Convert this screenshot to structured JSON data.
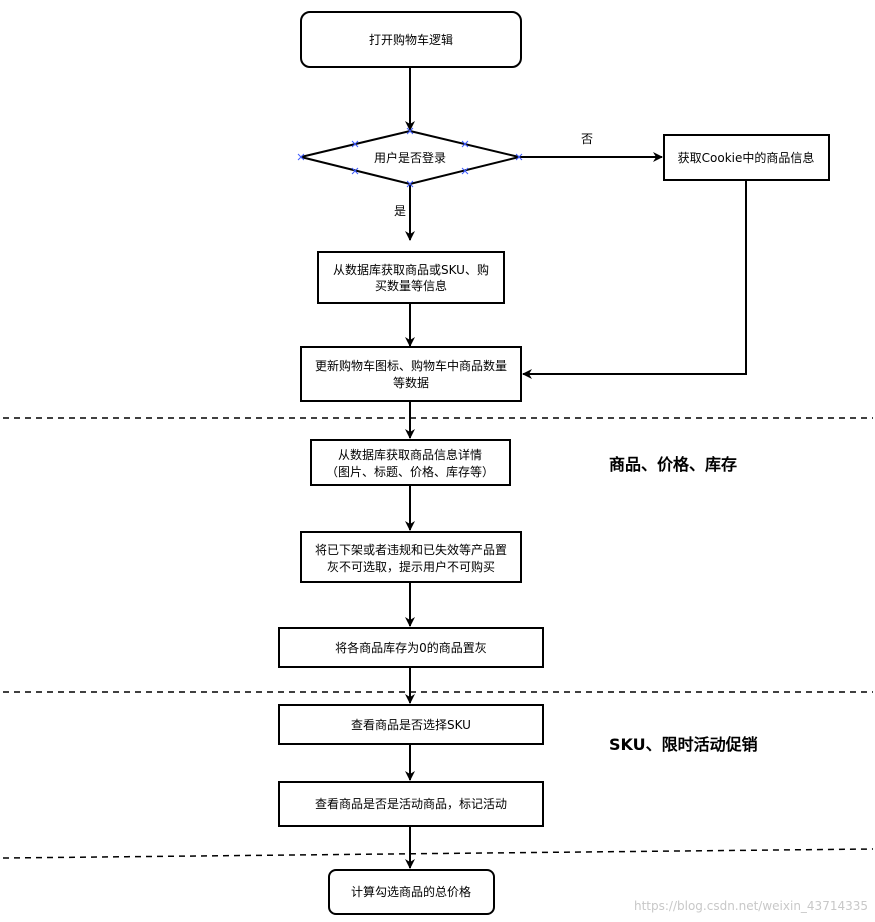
{
  "nodes": {
    "start": "打开购物车逻辑",
    "decision": "用户是否登录",
    "cookie": "获取Cookie中的商品信息",
    "db_line1": "从数据库获取商品或SKU、购",
    "db_line2": "买数量等信息",
    "update_line1": "更新购物车图标、购物车中商品数量",
    "update_line2": "等数据",
    "detail_line1": "从数据库获取商品信息详情",
    "detail_line2": "（图片、标题、价格、库存等）",
    "gray_line1": "将已下架或者违规和已失效等产品置",
    "gray_line2": "灰不可选取，提示用户不可购买",
    "stock": "将各商品库存为0的商品置灰",
    "sku": "查看商品是否选择SKU",
    "activity": "查看商品是否是活动商品，标记活动",
    "total": "计算勾选商品的总价格"
  },
  "edge_labels": {
    "no": "否",
    "yes": "是"
  },
  "sections": {
    "product": "商品、价格、库存",
    "promo": "SKU、限时活动促销"
  },
  "watermark": "https://blog.csdn.net/weixin_43714335"
}
